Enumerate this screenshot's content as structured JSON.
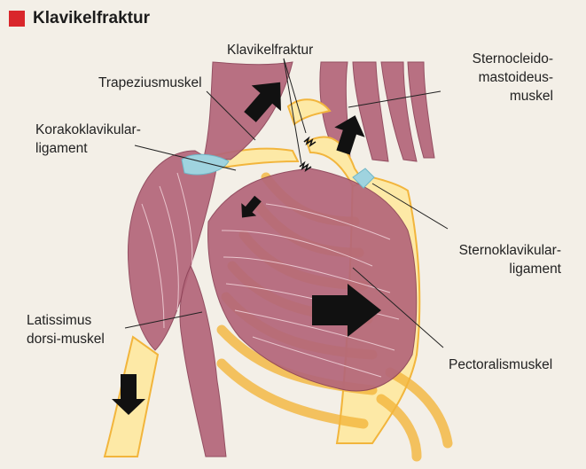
{
  "title": "Klavikelfraktur",
  "colors": {
    "background": "#f3efe7",
    "accent": "#d9262b",
    "bone": "#fde9a6",
    "bone_outline": "#f2b53c",
    "muscle": "#b4667a",
    "muscle_dark": "#8c4257",
    "ligament": "#9fd3df",
    "arrow": "#111111"
  },
  "labels": {
    "klavikelfraktur": "Klavikelfraktur",
    "trapezius": "Trapeziusmuskel",
    "kora_1": "Korakoklavikular-",
    "kora_2": "ligament",
    "sterno_1": "Sternocleido-",
    "sterno_2": "mastoideus-",
    "sterno_3": "muskel",
    "sternoklav_1": "Sternoklavikular-",
    "sternoklav_2": "ligament",
    "latissimus_1": "Latissimus",
    "latissimus_2": "dorsi-muskel",
    "pectoralis": "Pectoralismuskel"
  }
}
